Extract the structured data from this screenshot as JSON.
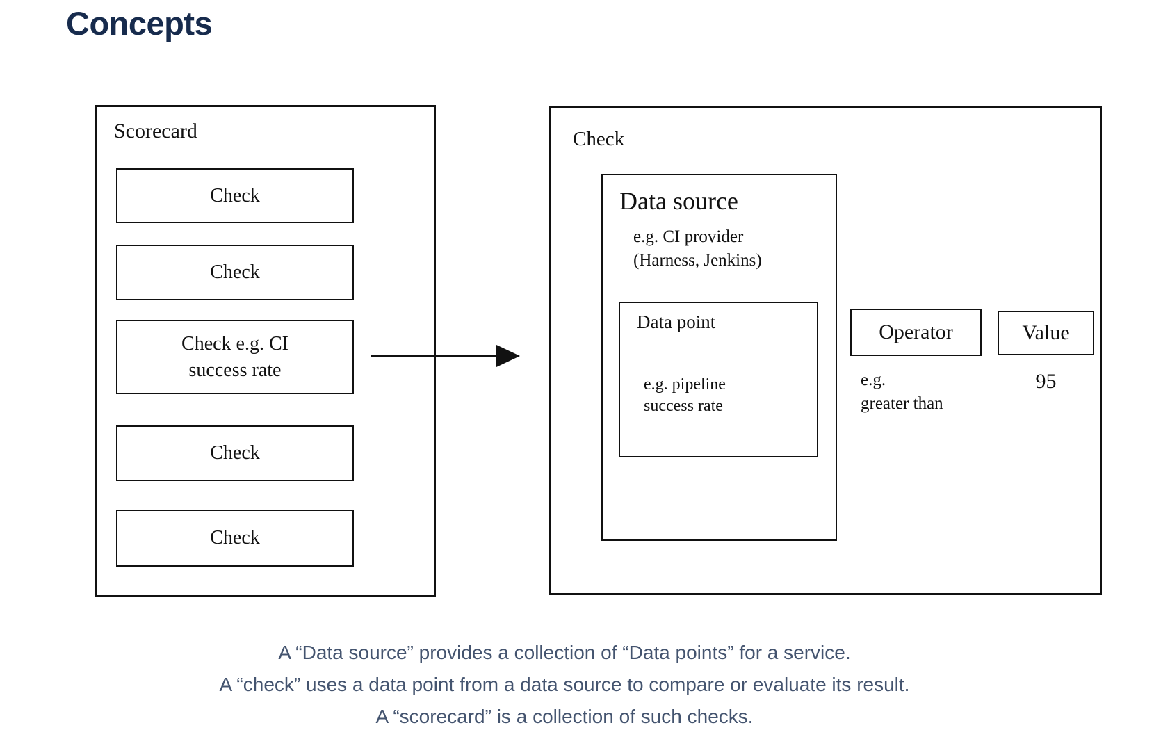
{
  "page": {
    "title": "Concepts",
    "title_color": "#172b4d",
    "caption_color": "#44546f",
    "diagram_stroke_color": "#111111",
    "background_color": "#ffffff"
  },
  "scorecard": {
    "label": "Scorecard",
    "checks": [
      "Check",
      "Check",
      "Check e.g. CI\nsuccess rate",
      "Check",
      "Check"
    ]
  },
  "check_detail": {
    "label": "Check",
    "data_source": {
      "label": "Data source",
      "example": "e.g. CI provider\n(Harness, Jenkins)",
      "data_point": {
        "label": "Data point",
        "example": "e.g. pipeline\nsuccess rate"
      }
    },
    "operator": {
      "label": "Operator",
      "example": "e.g.\ngreater than"
    },
    "value": {
      "label": "Value",
      "example": "95"
    }
  },
  "caption": {
    "lines": [
      "A “Data source” provides a collection of “Data points” for a service.",
      "A “check” uses a data point from a data source to compare or evaluate its result.",
      "A “scorecard” is a collection of such checks."
    ]
  }
}
